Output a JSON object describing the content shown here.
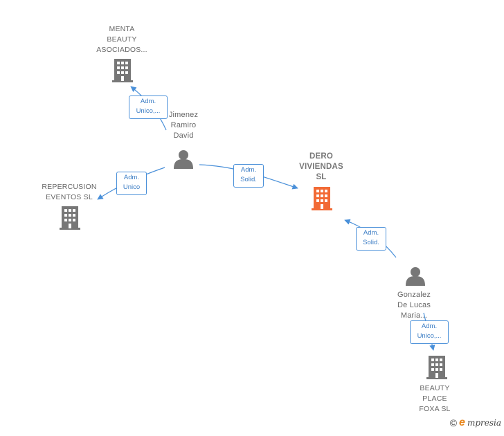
{
  "colors": {
    "edge": "#4a90d9",
    "company_icon": "#777777",
    "main_company_icon": "#f26a35",
    "person_icon": "#777777"
  },
  "nodes": {
    "menta": {
      "label": "MENTA\nBEAUTY\nASOCIADOS...",
      "icon": "building-icon"
    },
    "jimenez": {
      "label": "Jimenez\nRamiro\nDavid",
      "icon": "person-icon"
    },
    "repercusion": {
      "label": "REPERCUSION\nEVENTOS SL",
      "icon": "building-icon"
    },
    "dero": {
      "label": "DERO\nVIVIENDAS\nSL",
      "icon": "building-icon"
    },
    "gonzalez": {
      "label": "Gonzalez\nDe Lucas\nMaria...",
      "icon": "person-icon"
    },
    "beauty": {
      "label": "BEAUTY\nPLACE\nFOXA  SL",
      "icon": "building-icon"
    }
  },
  "edges": {
    "jimenez_menta": "Adm.\nUnico,...",
    "jimenez_repercusion": "Adm.\nUnico",
    "jimenez_dero": "Adm.\nSolid.",
    "gonzalez_dero": "Adm.\nSolid.",
    "gonzalez_beauty": "Adm.\nUnico,..."
  },
  "brand": {
    "copyright": "©",
    "e": "e",
    "name": "mpresia"
  }
}
